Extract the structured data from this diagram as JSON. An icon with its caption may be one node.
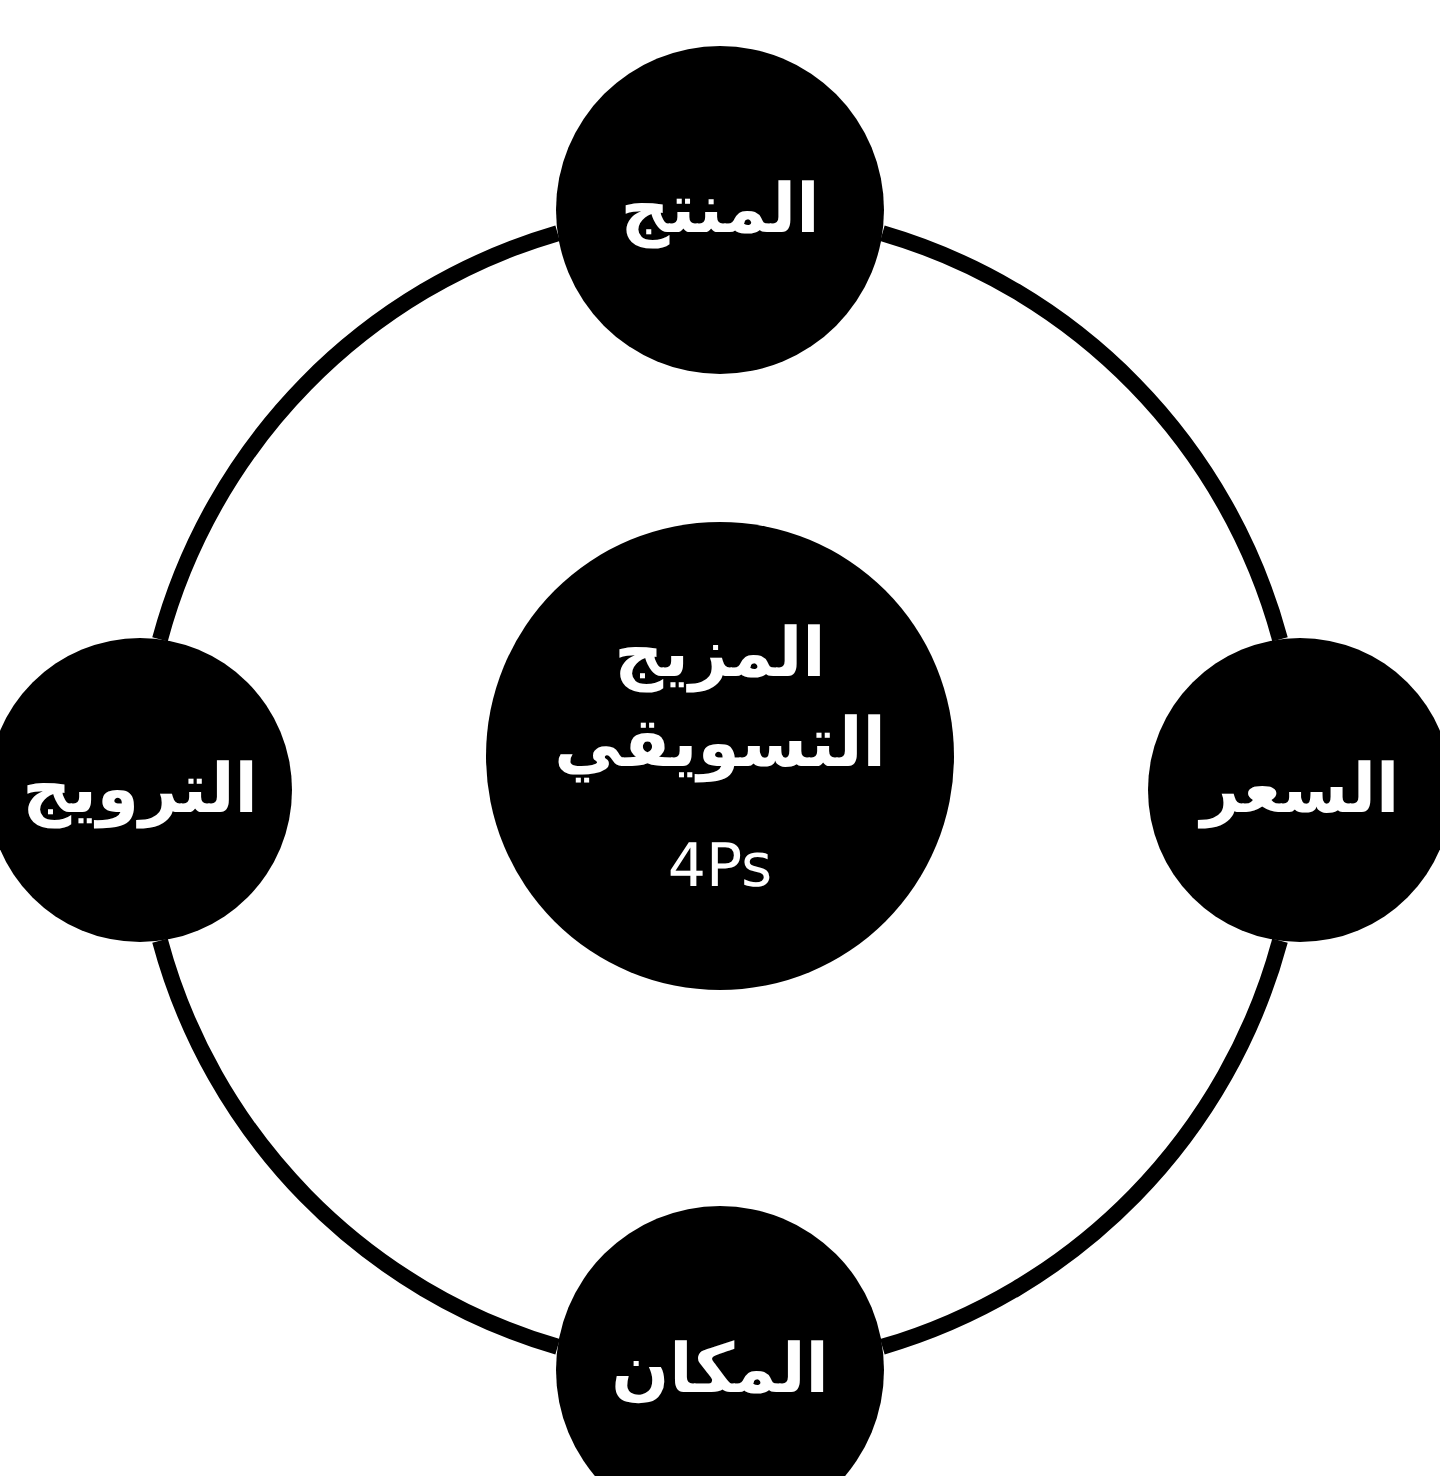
{
  "diagram": {
    "nodes": [
      {
        "text": [
          "المنتج"
        ]
      },
      {
        "text": [
          "الترويج"
        ]
      },
      {
        "text": [
          "المزيج التسويقي",
          "4Ps"
        ]
      },
      {
        "text": [
          "السعر"
        ]
      },
      {
        "text": [
          "المكان"
        ]
      }
    ],
    "edges": [
      {
        "from": 0,
        "to": 3,
        "arrow": "none"
      },
      {
        "from": 3,
        "to": 4,
        "arrow": "none"
      },
      {
        "from": 4,
        "to": 1,
        "arrow": "none"
      },
      {
        "from": 1,
        "to": 0,
        "arrow": "none"
      }
    ]
  }
}
